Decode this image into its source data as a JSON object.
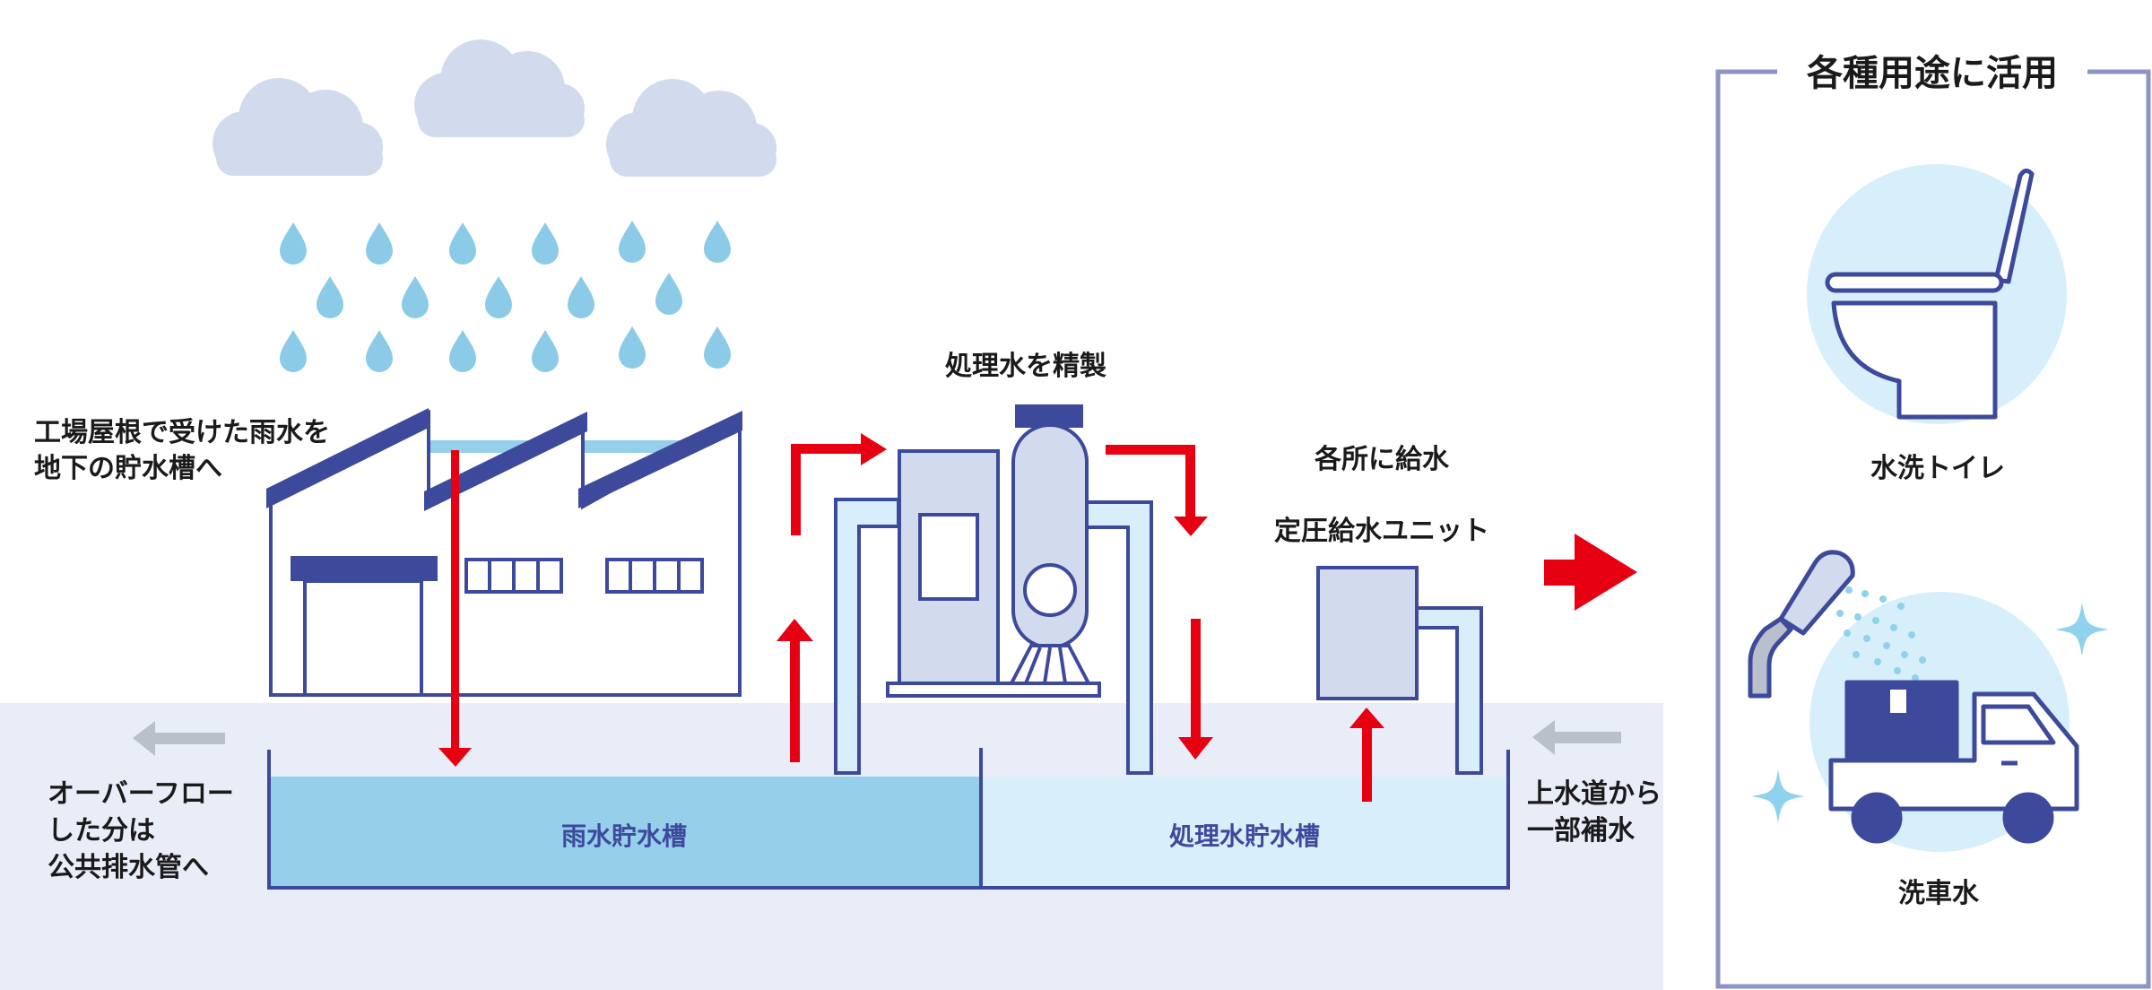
{
  "labels": {
    "roof_line1": "工場屋根で受けた雨水を",
    "roof_line2": "地下の貯水槽へ",
    "purify": "処理水を精製",
    "supply": "各所に給水",
    "unit": "定圧給水ユニット",
    "overflow_line1": "オーバーフロー",
    "overflow_line2": "した分は",
    "overflow_line3": "公共排水管へ",
    "mains_line1": "上水道から",
    "mains_line2": "一部補水",
    "rain_tank": "雨水貯水槽",
    "treated_tank": "処理水貯水槽",
    "uses_title": "各種用途に活用",
    "toilet": "水洗トイレ",
    "carwash": "洗車水"
  },
  "icons": [
    "cloud-icon",
    "raindrop-icon",
    "factory-icon",
    "filtration-unit-icon",
    "pressure-pump-unit-icon",
    "toilet-icon",
    "shower-icon",
    "truck-icon",
    "sparkle-icon",
    "red-arrow-icon",
    "gray-arrow-icon"
  ],
  "colors": {
    "navy": "#3d4a9c",
    "arrow_red": "#e60012",
    "gray_arrow": "#b9c0cc",
    "ground": "#e9edf7",
    "rain_water": "#95cfea",
    "treated_water": "#d8effb",
    "cloud": "#d2daee",
    "drop": "#8ccbe8",
    "machine_fill": "#d2daee",
    "icon_circle": "#d7effb",
    "sparkle": "#8fd2ee",
    "frame": "#8d93c3"
  }
}
